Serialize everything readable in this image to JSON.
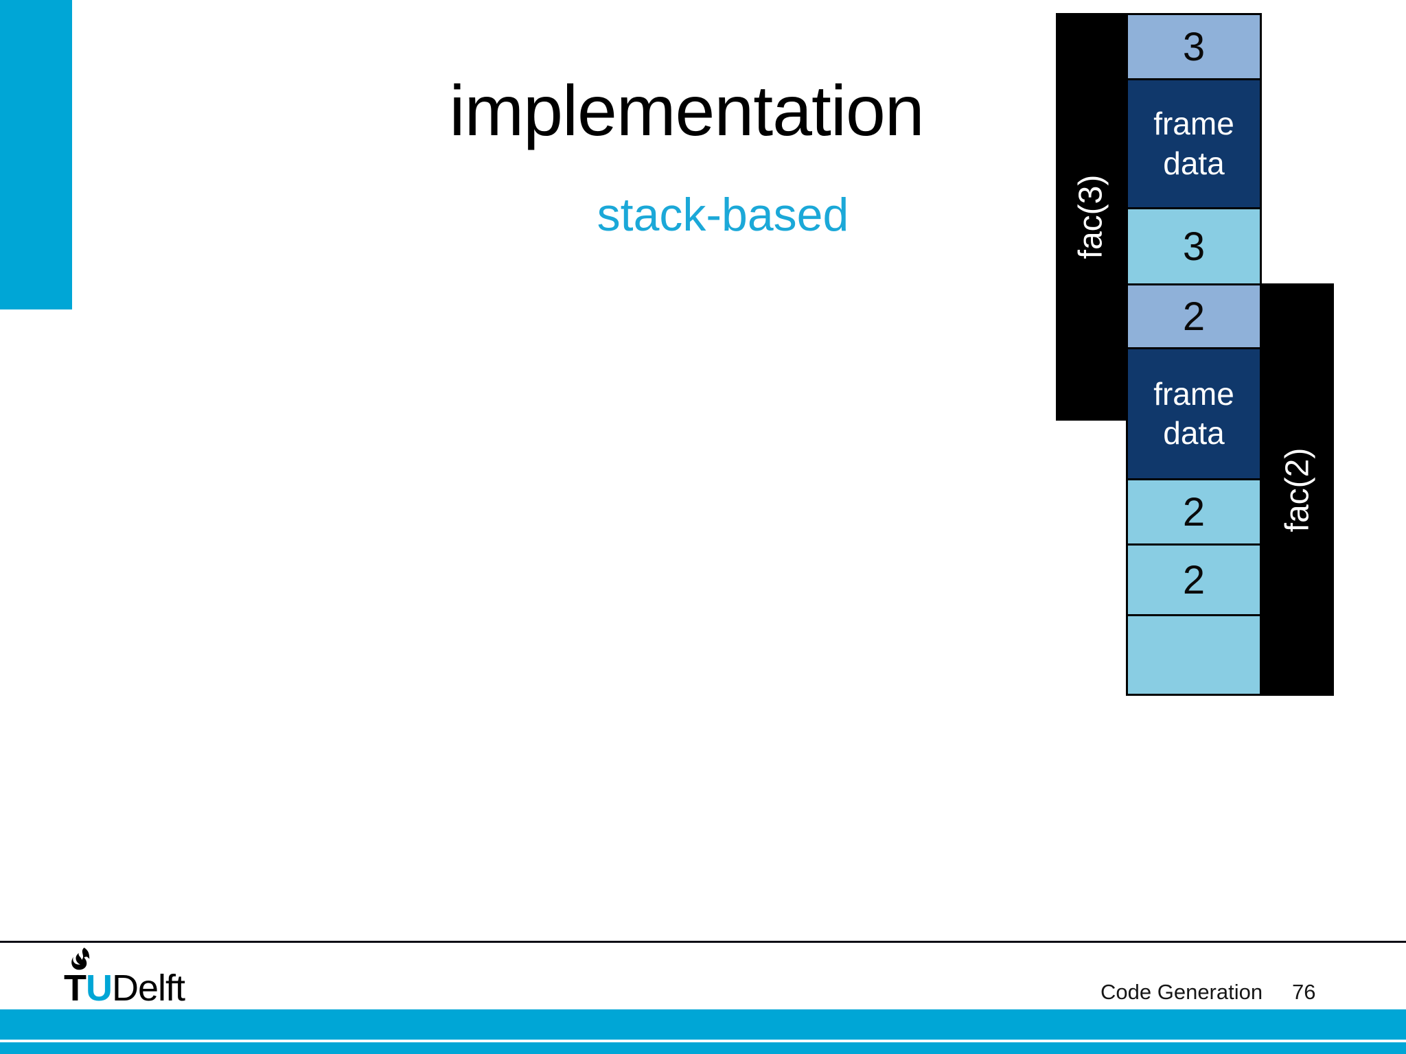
{
  "slide": {
    "title": "implementation",
    "subtitle": "stack-based"
  },
  "diagram": {
    "brackets": [
      {
        "label": "fac(3)"
      },
      {
        "label": "fac(2)"
      }
    ],
    "cells": [
      {
        "label": "3",
        "type": "argument"
      },
      {
        "label": "frame data",
        "type": "frame"
      },
      {
        "label": "3",
        "type": "value"
      },
      {
        "label": "2",
        "type": "argument"
      },
      {
        "label": "frame data",
        "type": "frame"
      },
      {
        "label": "2",
        "type": "value"
      },
      {
        "label": "2",
        "type": "value"
      },
      {
        "label": "",
        "type": "value"
      }
    ],
    "colors": {
      "argument_cell": "#8fb1d9",
      "frame_data_cell": "#10386b",
      "value_cell": "#89cde3",
      "bracket": "#000000"
    }
  },
  "footer": {
    "logo": {
      "t": "T",
      "u": "U",
      "name": "Delft"
    },
    "course": "Code Generation",
    "page_number": "76"
  },
  "colors": {
    "accent": "#00a6d6",
    "subtitle_text": "#1ba8d8",
    "title_text": "#000000"
  }
}
